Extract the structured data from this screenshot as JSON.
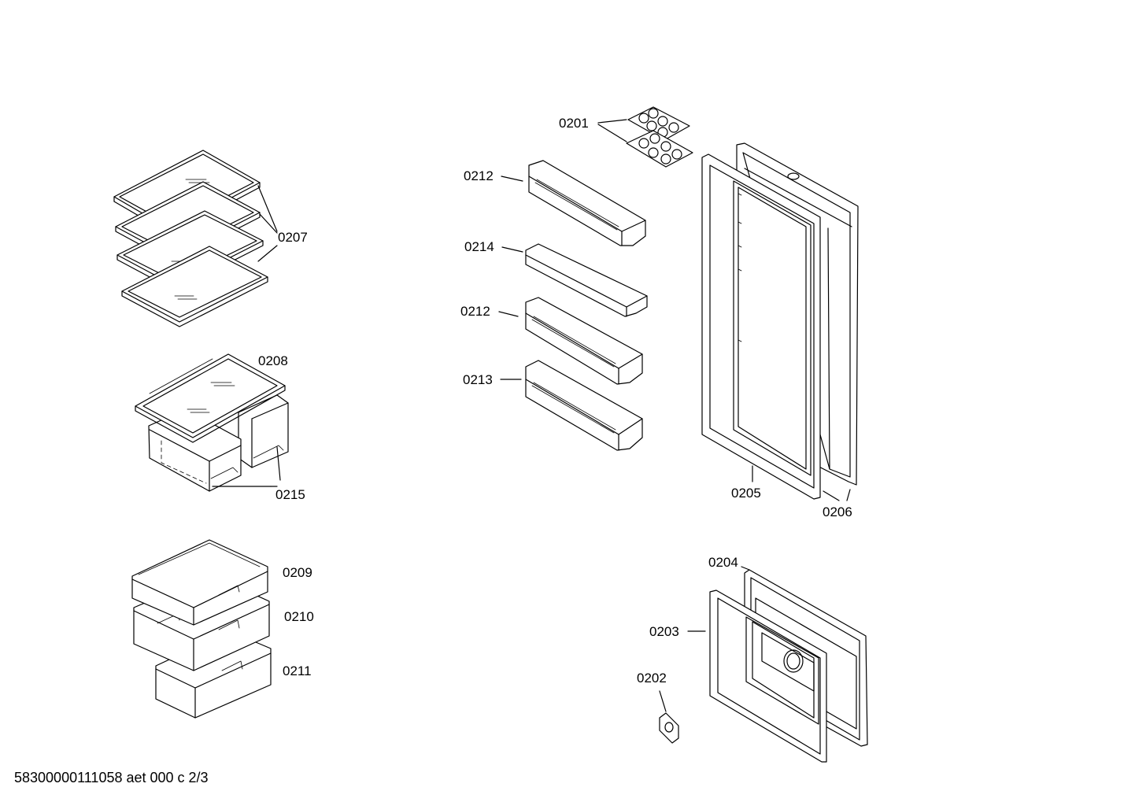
{
  "callouts": [
    {
      "id": "0201",
      "text": "0201"
    },
    {
      "id": "0212a",
      "text": "0212"
    },
    {
      "id": "0214",
      "text": "0214"
    },
    {
      "id": "0212b",
      "text": "0212"
    },
    {
      "id": "0213",
      "text": "0213"
    },
    {
      "id": "0207",
      "text": "0207"
    },
    {
      "id": "0208",
      "text": "0208"
    },
    {
      "id": "0215",
      "text": "0215"
    },
    {
      "id": "0209",
      "text": "0209"
    },
    {
      "id": "0210",
      "text": "0210"
    },
    {
      "id": "0211",
      "text": "0211"
    },
    {
      "id": "0205",
      "text": "0205"
    },
    {
      "id": "0206",
      "text": "0206"
    },
    {
      "id": "0204",
      "text": "0204"
    },
    {
      "id": "0203",
      "text": "0203"
    },
    {
      "id": "0202",
      "text": "0202"
    }
  ],
  "footer": {
    "doc_id": "58300000111058 aet 000 c 2/3"
  }
}
